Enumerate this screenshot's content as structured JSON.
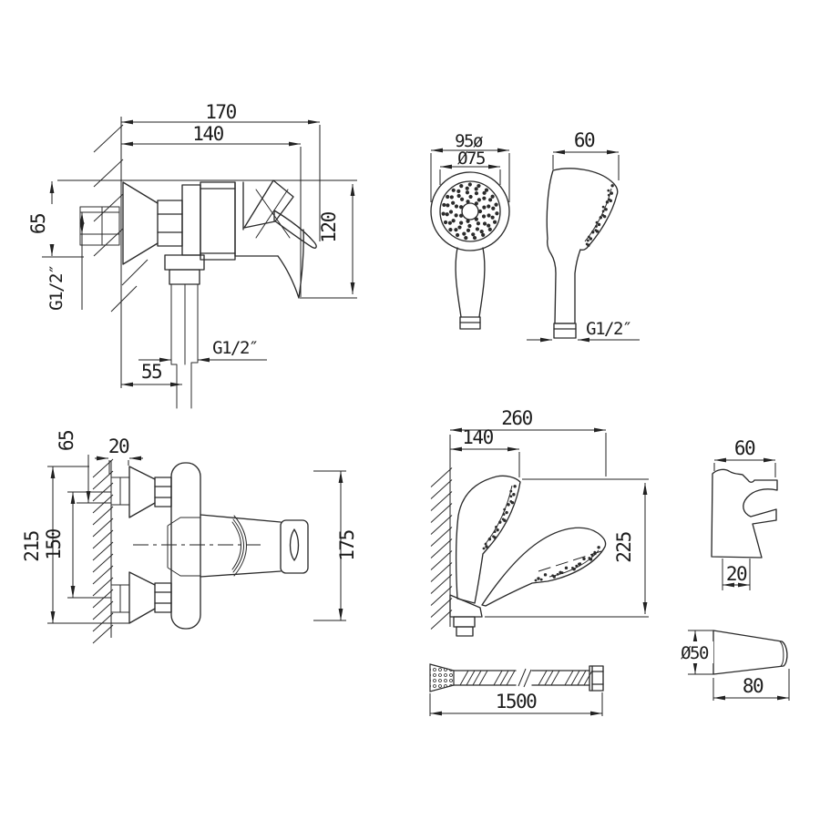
{
  "drawing": {
    "background": "#ffffff",
    "line_color": "#2b2b2b",
    "views": {
      "mixer_side": {
        "dims": {
          "total_width": "170",
          "body_width": "140",
          "inlet_height": "65",
          "inlet_thread": "G1/2″",
          "body_height": "120",
          "outlet_offset": "55",
          "outlet_thread": "G1/2″"
        }
      },
      "handshower_front": {
        "dims": {
          "head_outer": "95ø",
          "face": "Ø75"
        }
      },
      "handshower_side": {
        "dims": {
          "depth": "60",
          "thread": "G1/2″"
        }
      },
      "mixer_front": {
        "dims": {
          "inlet_offset": "65",
          "plate_depth": "20",
          "total_height": "215",
          "port_spacing": "150",
          "body_height": "175"
        }
      },
      "holder_wall": {
        "dims": {
          "reach_total": "260",
          "reach_head": "140",
          "height": "225"
        }
      },
      "holder_side": {
        "dims": {
          "width": "60",
          "tab_width": "20"
        }
      },
      "hose": {
        "dims": {
          "length": "1500"
        }
      },
      "knob": {
        "dims": {
          "diameter": "Ø50",
          "length": "80"
        }
      }
    }
  }
}
